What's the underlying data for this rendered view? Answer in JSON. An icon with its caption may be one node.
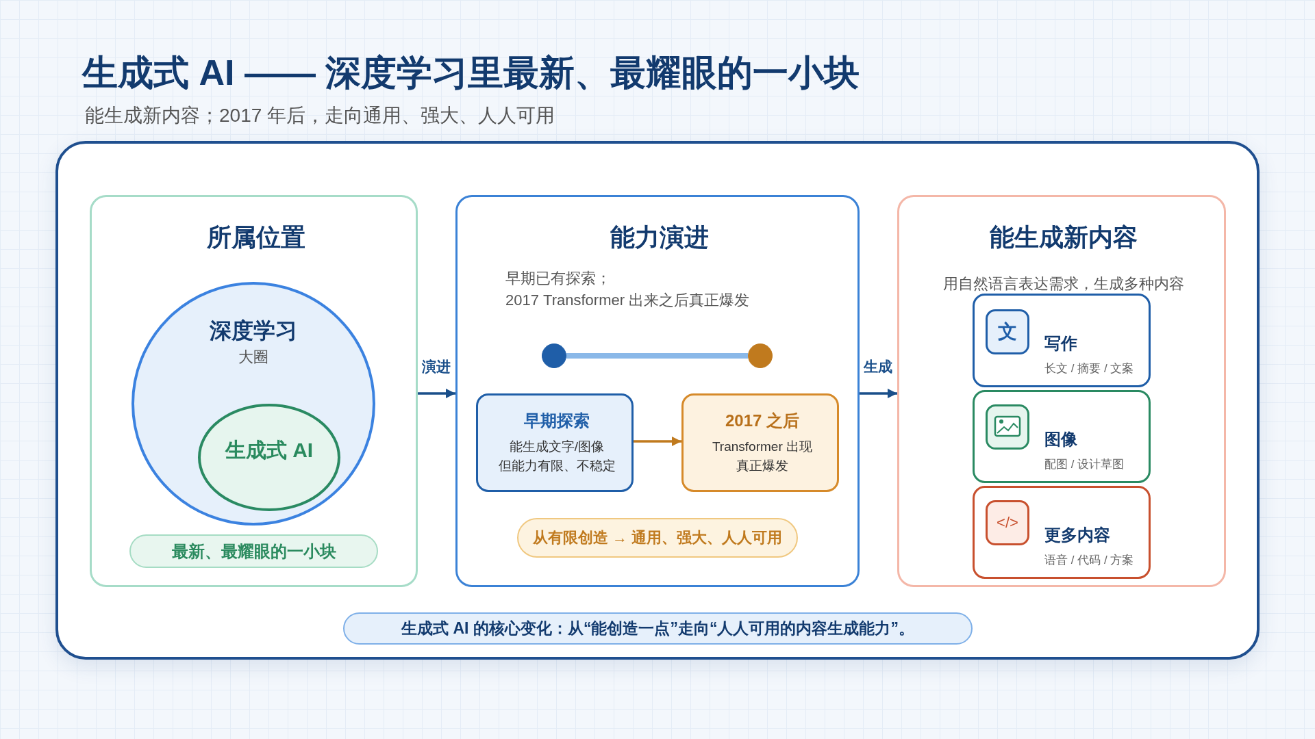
{
  "diagram": {
    "title": "生成式 AI —— 深度学习里最新、最耀眼的一小块",
    "nodes": [
      {
        "text": [],
        "shape": "box"
      },
      {
        "text": [
          "所属位置"
        ],
        "in": 0
      },
      {
        "text": [
          "深度学习",
          "大圈"
        ],
        "in": 1
      },
      {
        "text": [
          "生成式 AI"
        ],
        "in": 2
      },
      {
        "text": [
          "最新、最耀眼的一小块"
        ],
        "in": 1
      },
      {
        "text": [
          "能力演进",
          "早期已有探索；2017 Transformer 出来之后真正爆发"
        ],
        "in": 0
      },
      {
        "text": [],
        "shape": "circle",
        "in": 5
      },
      {
        "text": [],
        "shape": "circle",
        "in": 5
      },
      {
        "text": [
          "早期探索",
          "能生成文字/图像但能力有限、不稳定"
        ],
        "in": 5
      },
      {
        "text": [
          "2017 之后",
          "Transformer 出现真正爆发"
        ],
        "in": 5
      },
      {
        "text": [
          "从有限创造 → 通用、强大、人人可用"
        ],
        "in": 5
      },
      {
        "text": [
          "能生成新内容",
          "用自然语言表达需求，生成多种内容"
        ],
        "in": 0
      },
      {
        "text": [
          "写作",
          "长文 / 摘要 / 文案"
        ],
        "in": 11
      },
      {
        "text": [
          "文"
        ],
        "in": 12
      },
      {
        "text": [
          "图像",
          "配图 / 设计草图"
        ],
        "in": 11
      },
      {
        "text": [
          "更多内容",
          "语音 / 代码 / 方案"
        ],
        "in": 11
      },
      {
        "text": [
          "</>"
        ],
        "in": 15
      },
      {
        "text": [
          "生成式 AI 的核心变化：从“能创造一点”走向“人人可用的内容生成能力”。"
        ],
        "in": 0
      }
    ],
    "edges": [
      {
        "from": 1,
        "to": 5,
        "arrow": "to",
        "label": "演进",
        "color": "#1a4f8a"
      },
      {
        "from": 5,
        "to": 11,
        "arrow": "to",
        "label": "生成",
        "color": "#1a4f8a"
      },
      {
        "from": 6,
        "to": 7,
        "arrow": "none",
        "style": "thick",
        "color": "#8ab8e8"
      },
      {
        "from": 8,
        "to": 9,
        "arrow": "to",
        "color": "#c07a1e"
      }
    ],
    "labels": [
      "能生成新内容；2017 年后，走向通用、强大、人人可用"
    ]
  }
}
